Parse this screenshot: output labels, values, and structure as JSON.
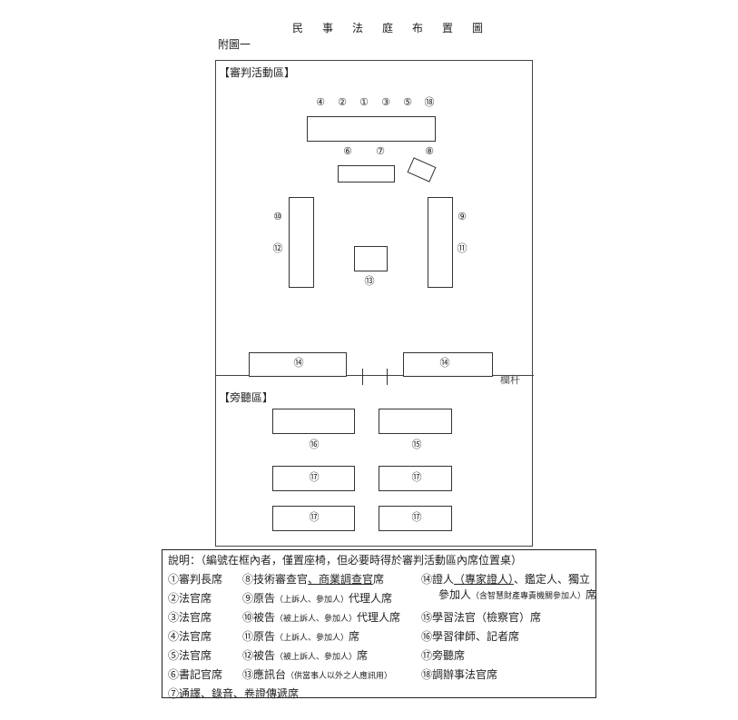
{
  "header": {
    "title": "民事法庭布置圖",
    "attachment": "附圖一"
  },
  "zones": {
    "trial": "【審判活動區】",
    "gallery": "【旁聽區】",
    "railing": "欄杆"
  },
  "seats": {
    "bench_numbers": [
      "④",
      "②",
      "①",
      "③",
      "⑤",
      "⑱"
    ],
    "clerk_numbers": [
      "⑥",
      "⑦"
    ],
    "tech": "⑧",
    "left_side": [
      "⑩",
      "⑫"
    ],
    "right_side": [
      "⑨",
      "⑪"
    ],
    "witness_stand": "⑬",
    "witness_left": "⑭",
    "witness_right": "⑭",
    "gallery_front_left": "⑯",
    "gallery_front_right": "⑮",
    "gallery_rows": [
      "⑰",
      "⑰",
      "⑰",
      "⑰"
    ]
  },
  "legend": {
    "heading": "說明：（編號在框內者，僅置座椅，但必要時得於審判活動區內席位置桌）",
    "col1": [
      "①審判長席",
      "②法官席",
      "③法官席",
      "④法官席",
      "⑤法官席",
      "⑥書記官席",
      "⑦通譯、錄音、卷證傳遞席"
    ],
    "col2": {
      "i8_a": "⑧技術審查官",
      "i8_b": "、商業調查官",
      "i8_c": "席",
      "i9_a": "⑨原告",
      "i9_b": "（上訴人、參加人）",
      "i9_c": "代理人席",
      "i10_a": "⑩被告",
      "i10_b": "（被上訴人、參加人）",
      "i10_c": "代理人席",
      "i11_a": "⑪原告",
      "i11_b": "（上訴人、參加人）",
      "i11_c": "席",
      "i12_a": "⑫被告",
      "i12_b": "（被上訴人、參加人）",
      "i12_c": "席",
      "i13_a": "⑬應訊台",
      "i13_b": "（供當事人以外之人應訊用）"
    },
    "col3": {
      "i14_a": "⑭證人",
      "i14_b": "（專家證人）",
      "i14_c": "、鑑定人、獨立",
      "i14_d": "參加人",
      "i14_e": "（含智慧財產專責機關參加人）",
      "i14_f": "席",
      "i15": "⑮學習法官（檢察官）席",
      "i16": "⑯學習律師、記者席",
      "i17": "⑰旁聽席",
      "i18": "⑱調辦事法官席"
    }
  }
}
